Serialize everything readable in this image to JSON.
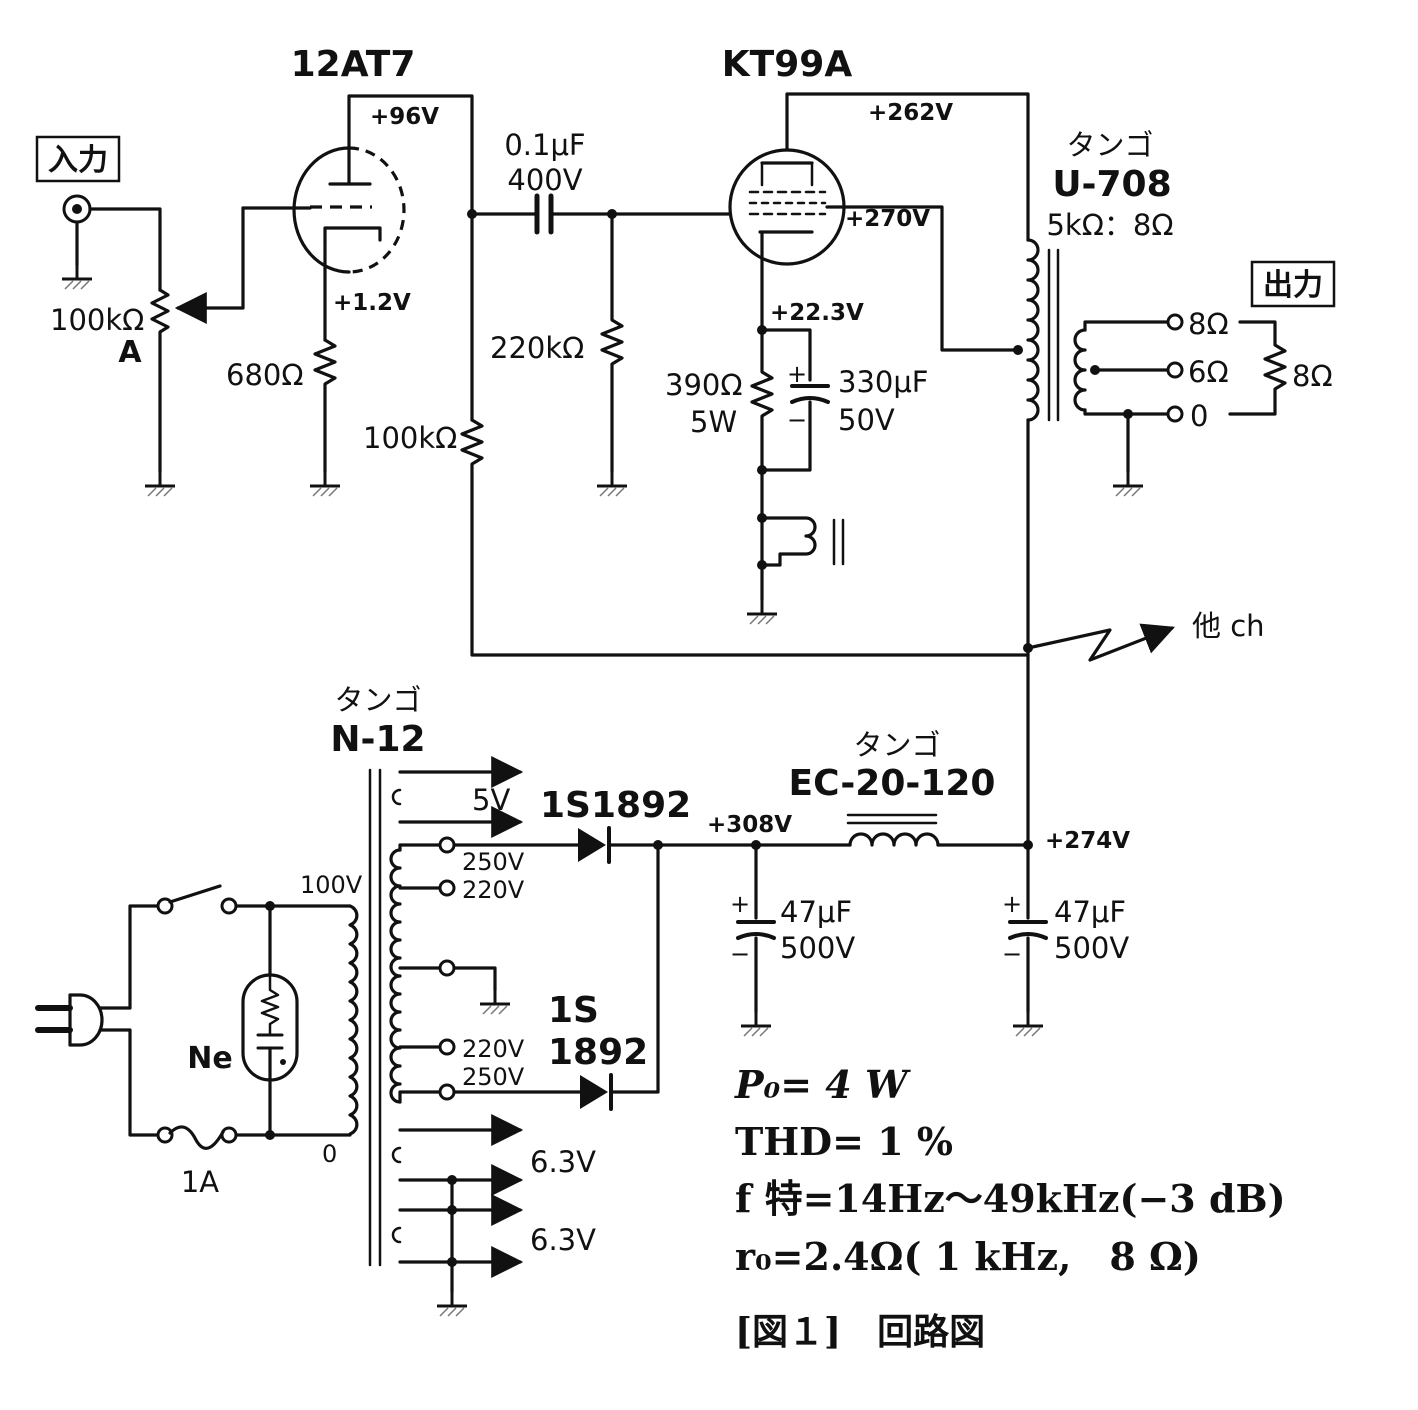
{
  "diagram": {
    "tubes": {
      "driver": "12AT7",
      "power": "KT99A"
    },
    "input_label": "入力",
    "output_label": "出力",
    "volume": {
      "value": "100kΩ",
      "taper": "A"
    },
    "resistors": {
      "cathode_driver": "680Ω",
      "plate_load": "100kΩ",
      "grid_leak": "220kΩ",
      "cathode_power_value": "390Ω",
      "cathode_power_watt": "5W"
    },
    "coupling_cap": {
      "value": "0.1μF",
      "voltage": "400V"
    },
    "bypass_cap": {
      "value": "330μF",
      "voltage": "50V"
    },
    "voltages": {
      "v96": "+96V",
      "v1_2": "+1.2V",
      "v262": "+262V",
      "v270": "+270V",
      "v22_3": "+22.3V",
      "v308": "+308V",
      "v274": "+274V"
    },
    "output_transformer": {
      "maker": "タンゴ",
      "model": "U-708",
      "ratio": "5kΩ：8Ω"
    },
    "output_taps": [
      "8Ω",
      "6Ω",
      "0"
    ],
    "load": "8Ω",
    "other_channel": "他 ch",
    "power_transformer": {
      "maker": "タンゴ",
      "model": "N-12",
      "primary_taps": [
        "100V",
        "0"
      ],
      "secondary": [
        "5V",
        "250V",
        "220V",
        "220V",
        "250V",
        "6.3V",
        "6.3V"
      ]
    },
    "choke": {
      "maker": "タンゴ",
      "model": "EC-20-120"
    },
    "diode_top": "1S1892",
    "diode_bottom": [
      "1S",
      "1892"
    ],
    "filter_caps": [
      {
        "value": "47μF",
        "voltage": "500V"
      },
      {
        "value": "47μF",
        "voltage": "500V"
      }
    ],
    "neon": "Ne",
    "fuse": "1A",
    "polarity": {
      "plus": "+",
      "minus": "−"
    }
  },
  "specs": {
    "p0": "P₀= 4 W",
    "thd": "THD= 1 %",
    "freq": "f 特=14Hz～49kHz(−3 dB)",
    "r0": "r₀=2.4Ω( 1 kHz,　8 Ω)"
  },
  "caption": "[図１]　回路図"
}
